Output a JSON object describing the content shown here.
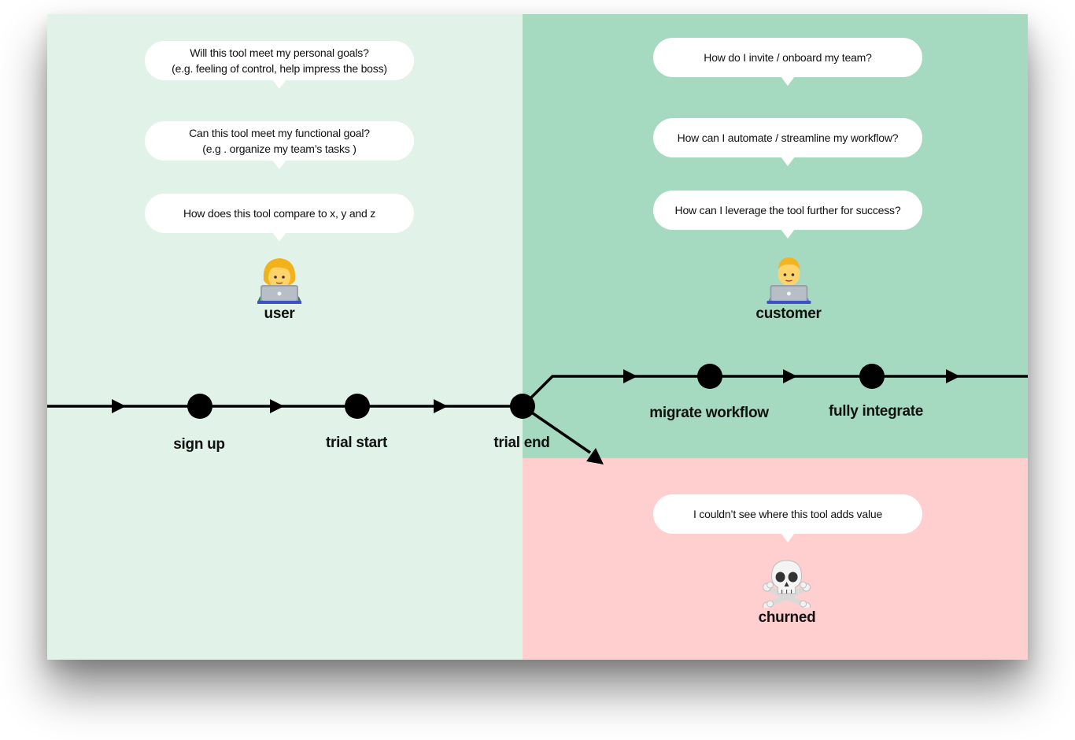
{
  "bubbles": {
    "personal_goals": [
      "Will this tool meet my personal goals?",
      "(e.g. feeling of control, help impress the boss)"
    ],
    "functional_goal": [
      "Can this tool meet my functional goal?",
      "(e.g . organize my team’s tasks )"
    ],
    "compare": [
      "How does this tool compare to x, y and z"
    ],
    "invite": [
      "How do I invite / onboard my team?"
    ],
    "automate": [
      "How can I automate / streamline my workflow?"
    ],
    "leverage": [
      "How can I leverage the tool further for success?"
    ],
    "churn_reason": [
      "I couldn’t see where this tool adds value"
    ]
  },
  "personas": {
    "user": {
      "label": "user",
      "icon": "woman-technologist-icon"
    },
    "customer": {
      "label": "customer",
      "icon": "man-technologist-icon"
    },
    "churned": {
      "label": "churned",
      "icon": "skull-crossbones-icon"
    }
  },
  "stages": {
    "sign_up": "sign up",
    "trial_start": "trial start",
    "trial_end": "trial end",
    "migrate_workflow": "migrate workflow",
    "fully_integrate": "fully integrate"
  },
  "colors": {
    "user_zone": "#e1f2e8",
    "customer_zone": "#a6dac0",
    "churn_zone": "#ffcfcf",
    "line": "#000000"
  }
}
